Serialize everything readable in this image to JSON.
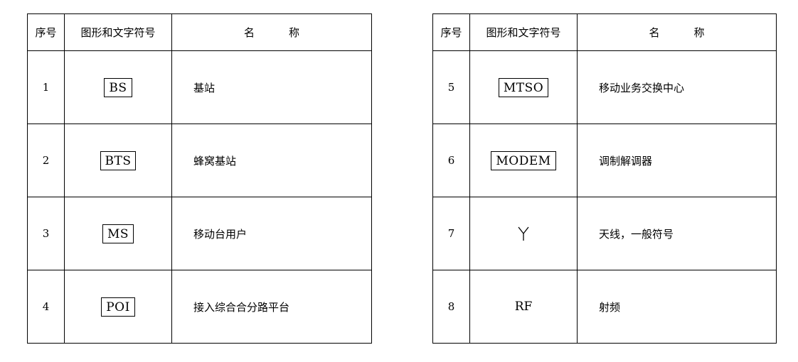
{
  "tables": [
    {
      "headers": {
        "no": "序号",
        "symbol": "图形和文字符号",
        "name": "名称"
      },
      "rows": [
        {
          "no": "1",
          "symbol": "BS",
          "boxed": true,
          "name": "基站"
        },
        {
          "no": "2",
          "symbol": "BTS",
          "boxed": true,
          "name": "蜂窝基站"
        },
        {
          "no": "3",
          "symbol": "MS",
          "boxed": true,
          "name": "移动台用户"
        },
        {
          "no": "4",
          "symbol": "POI",
          "boxed": true,
          "name": "接入综合合分路平台"
        }
      ]
    },
    {
      "headers": {
        "no": "序号",
        "symbol": "图形和文字符号",
        "name": "名称"
      },
      "rows": [
        {
          "no": "5",
          "symbol": "MTSO",
          "boxed": true,
          "name": "移动业务交换中心"
        },
        {
          "no": "6",
          "symbol": "MODEM",
          "boxed": true,
          "name": "调制解调器"
        },
        {
          "no": "7",
          "symbol_icon": "antenna-icon",
          "boxed": false,
          "name": "天线，一般符号"
        },
        {
          "no": "8",
          "symbol": "RF",
          "boxed": false,
          "name": "射频"
        }
      ]
    }
  ]
}
